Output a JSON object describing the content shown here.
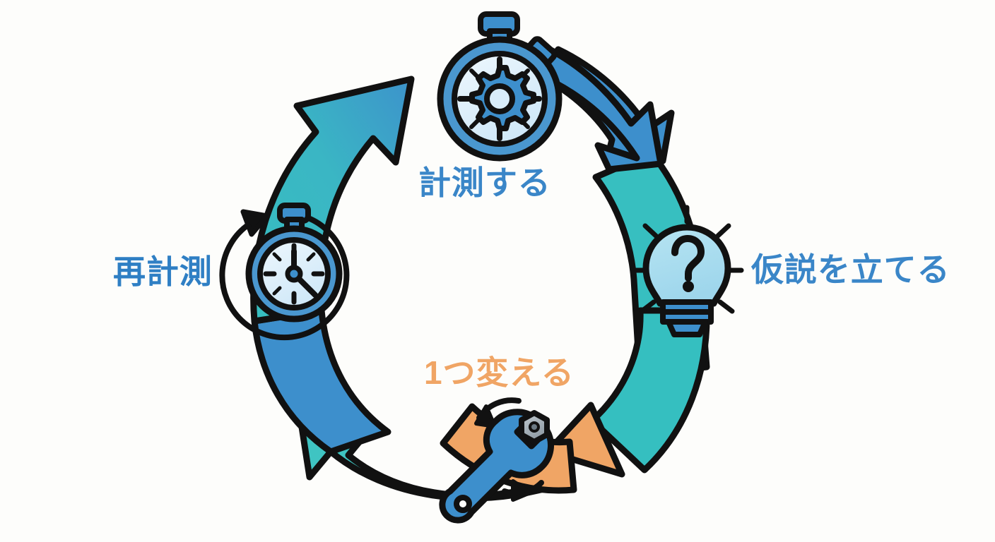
{
  "diagram": {
    "title_visible": false,
    "background_color": "#fdfdfb",
    "type": "cyclical-process-diagram",
    "direction": "clockwise",
    "stroke_color": "#111111",
    "palette": {
      "blue": "#3d8fcc",
      "blue_dark": "#2f7fc4",
      "teal": "#35bfc0",
      "teal_light": "#4ecdcb",
      "orange": "#f0a565",
      "bulb_fill": "#a8dced",
      "dial_fill": "#e4f2fb",
      "nut_grey": "#9aa5ad",
      "label_blue": "#3a86c8",
      "label_orange": "#f0a565"
    },
    "steps": [
      {
        "id": "measure",
        "label": "計測する",
        "label_color": "#3a86c8",
        "position": "top",
        "icon": "stopwatch-gear-icon",
        "icon_description": "stopwatch with gear on dial"
      },
      {
        "id": "hypothesis",
        "label": "仮説を立てる",
        "label_color": "#3a86c8",
        "position": "right",
        "icon": "lightbulb-question-icon",
        "icon_description": "lightbulb with question mark and rays"
      },
      {
        "id": "change-one",
        "label": "1つ変える",
        "label_color": "#f0a565",
        "position": "bottom",
        "icon": "wrench-nut-icon",
        "icon_description": "wrench turning a hex nut with rotation arrows"
      },
      {
        "id": "remeasure",
        "label": "再計測",
        "label_color": "#2f7fc4",
        "position": "left",
        "icon": "stopwatch-refresh-icon",
        "icon_description": "stopwatch with clock hands and circular refresh arrow"
      }
    ],
    "arrows": [
      {
        "id": "arrow-measure-to-hypothesis",
        "from": "measure",
        "to": "hypothesis",
        "color": "#3d8fcc",
        "head": "chevron"
      },
      {
        "id": "arrow-hypothesis-to-change",
        "from": "hypothesis",
        "to": "change-one",
        "color": "#35bfc0",
        "head": "triangle",
        "head_color": "#f0a565"
      },
      {
        "id": "arrow-change-to-remeasure",
        "from": "change-one",
        "to": "remeasure",
        "color": "#35bfc0",
        "head": "chevron"
      },
      {
        "id": "arrow-remeasure-to-measure",
        "from": "remeasure",
        "to": "measure",
        "color": "#35bfc0",
        "head": "chevron"
      }
    ]
  }
}
